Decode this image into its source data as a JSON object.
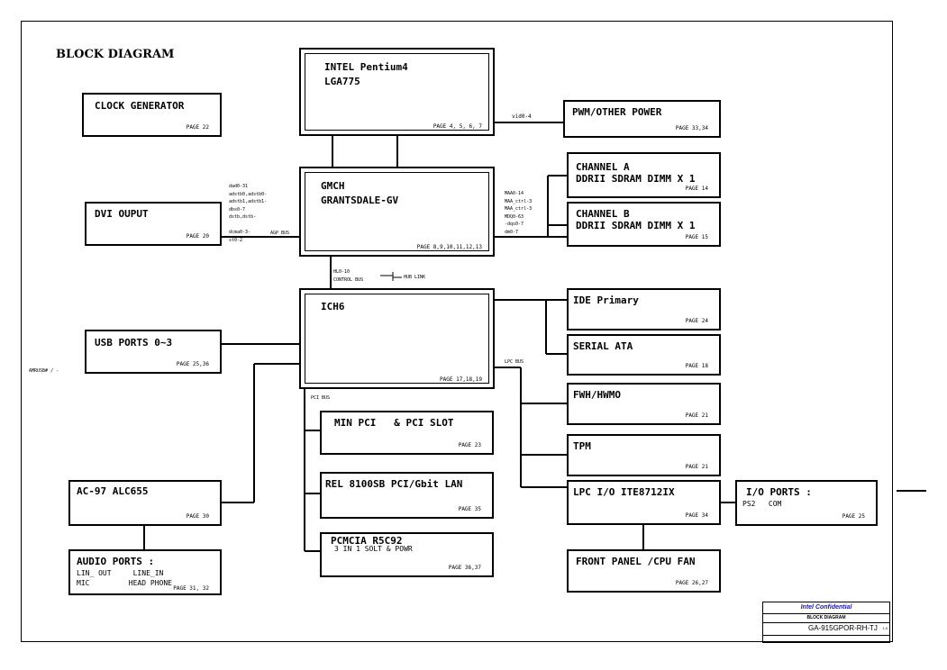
{
  "title": "BLOCK DIAGRAM",
  "side_note": "AMRUSB# / -",
  "blocks": {
    "clock": {
      "name": "CLOCK GENERATOR",
      "page": "PAGE 22"
    },
    "cpu": {
      "name": "INTEL Pentium4\nLGA775",
      "page": "PAGE 4, 5, 6, 7"
    },
    "pwm": {
      "name": "PWM/OTHER POWER",
      "page": "PAGE 33,34"
    },
    "gmch": {
      "name": "GMCH\nGRANTSDALE-GV",
      "page": "PAGE 8,9,10,11,12,13"
    },
    "chan_a": {
      "name": "CHANNEL A\nDDRII SDRAM DIMM X 1",
      "page": "PAGE 14"
    },
    "chan_b": {
      "name": "CHANNEL B\nDDRII SDRAM DIMM X 1",
      "page": "PAGE 15"
    },
    "dvi": {
      "name": "DVI OUPUT",
      "page": "PAGE 20"
    },
    "ich6": {
      "name": "ICH6",
      "page": "PAGE 17,18,19"
    },
    "ide": {
      "name": "IDE Primary",
      "page": "PAGE 24"
    },
    "sata": {
      "name": "SERIAL ATA",
      "page": "PAGE 18"
    },
    "usb": {
      "name": "USB PORTS 0~3",
      "page": "PAGE 25,36"
    },
    "fwh": {
      "name": "FWH/HWMO",
      "page": "PAGE 21"
    },
    "tpm": {
      "name": "TPM",
      "page": "PAGE 21"
    },
    "minpci": {
      "name": "MIN PCI   & PCI SLOT",
      "page": "PAGE 23"
    },
    "lan": {
      "name": "REL 8100SB PCI/Gbit LAN",
      "page": "PAGE 35"
    },
    "pcmcia": {
      "name": "PCMCIA R5C92",
      "sub": "3 IN 1 SOLT & POWR",
      "page": "PAGE 36,37"
    },
    "ac97": {
      "name": "AC-97 ALC655",
      "page": "PAGE 30"
    },
    "audio": {
      "name": "AUDIO PORTS :",
      "sub": "LIN_ OUT     LINE_IN\nMIC         HEAD PHONE",
      "page": "PAGE 31, 32"
    },
    "lpcio": {
      "name": "LPC I/O ITE8712IX",
      "page": "PAGE 34"
    },
    "ioports": {
      "name": "I/O PORTS :",
      "sub": "PS2   COM",
      "page": "PAGE 25"
    },
    "front": {
      "name": "FRONT PANEL /CPU FAN",
      "page": "PAGE 26,27"
    }
  },
  "labels": {
    "vid": "vid0-4",
    "agp_signals": "dad0-31\nadstb0,adstb0-\nadstb1,adstb1-\ndbs0-7\ndstb,dstb-\n\ndcma0-3-\nst0-2",
    "agp_bus": "AGP BUS",
    "mem_signals": "MAA0-14\nMAA_ctrl-3\nMAA_ctrl-3\nMDQ0-63\n-dqs0-7\ndm0-7",
    "hub_signals": "HL0-10\nCONTROL BUS",
    "hub_link": "HUB LINK",
    "lpc_bus": "LPC BUS",
    "pci_bus": "PCI BUS"
  },
  "title_block": {
    "confidential": "Intel Confidential",
    "sheet": "BLOCK DIAGRAM",
    "model": "GA-915GPOR-RH-TJ",
    "rev": "1.0"
  }
}
